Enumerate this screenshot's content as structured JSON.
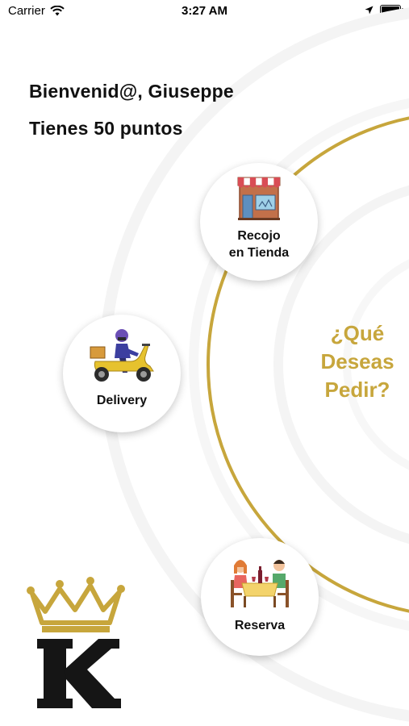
{
  "status_bar": {
    "carrier": "Carrier",
    "time": "3:27 AM"
  },
  "welcome": {
    "greeting": "Bienvenid@, Giuseppe",
    "points": "Tienes 50 puntos"
  },
  "options": {
    "pickup": {
      "line1": "Recojo",
      "line2": "en Tienda",
      "icon": "store-icon"
    },
    "delivery": {
      "label": "Delivery",
      "icon": "delivery-scooter-icon"
    },
    "reservation": {
      "label": "Reserva",
      "icon": "dining-couple-icon"
    }
  },
  "prompt": {
    "line1": "¿Qué",
    "line2": "Deseas",
    "line3": "Pedir?"
  },
  "colors": {
    "gold": "#c7a63c",
    "text": "#111111",
    "background": "#ffffff"
  }
}
